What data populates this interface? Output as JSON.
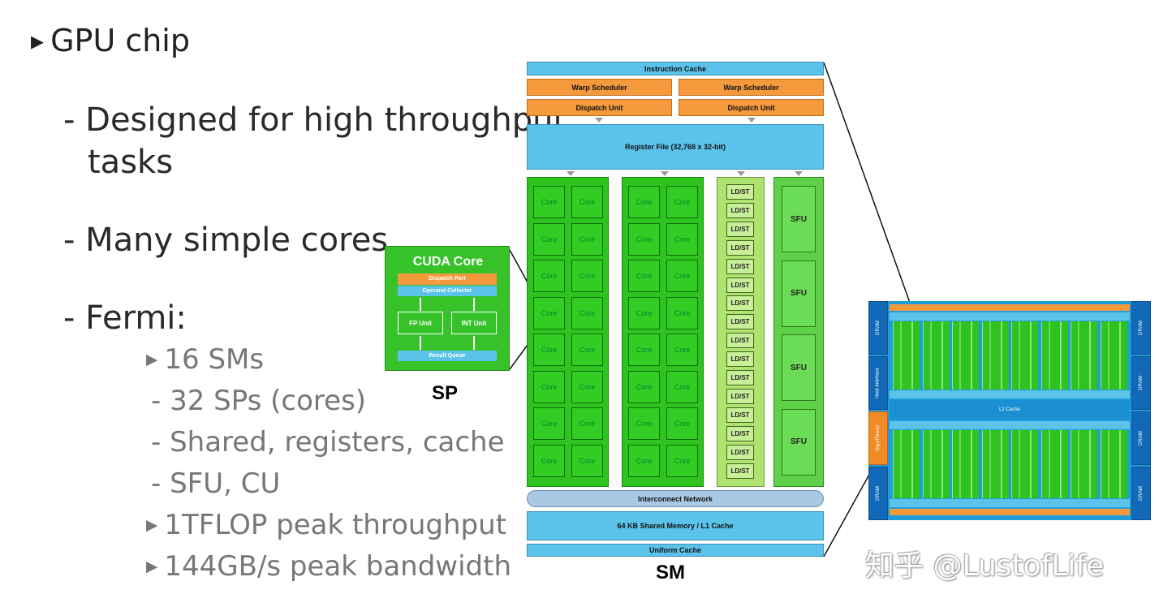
{
  "bullets": {
    "l1": "GPU chip",
    "l2a_line1": "- Designed for high throughput",
    "l2a_line2": "tasks",
    "l2b": "- Many simple cores",
    "l2c": "- Fermi:",
    "l3": [
      "16 SMs",
      "- 32 SPs (cores)",
      "- Shared, registers, cache",
      "- SFU, CU",
      "1TFLOP peak throughput",
      "144GB/s peak bandwidth"
    ]
  },
  "sm": {
    "instruction_cache": "Instruction Cache",
    "warp_scheduler": "Warp Scheduler",
    "dispatch_unit": "Dispatch Unit",
    "register_file": "Register File (32,768 x 32-bit)",
    "core_label": "Core",
    "ldst_label": "LD/ST",
    "sfu_label": "SFU",
    "interconnect": "Interconnect Network",
    "shared_memory": "64 KB Shared Memory / L1 Cache",
    "uniform_cache": "Uniform Cache",
    "caption": "SM"
  },
  "cuda_core": {
    "title": "CUDA Core",
    "dispatch_port": "Dispatch Port",
    "operand_collector": "Operand Collector",
    "fp_unit": "FP Unit",
    "int_unit": "INT Unit",
    "result_queue": "Result Queue",
    "caption": "SP"
  },
  "chip": {
    "dram": "DRAM",
    "host_interface": "Host Interface",
    "gigathread": "GigaThread",
    "l2_cache": "L2 Cache"
  },
  "watermark": "知乎 @LustofLife",
  "colors": {
    "core_green": "#33cc22",
    "cache_blue": "#5bc3ea",
    "scheduler_orange": "#f49a3d",
    "dram_blue": "#1269b8"
  }
}
